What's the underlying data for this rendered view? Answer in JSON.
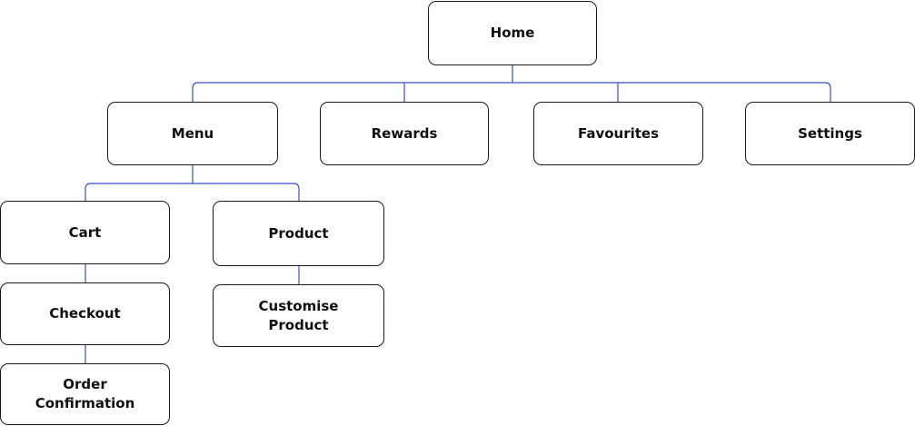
{
  "diagram": {
    "type": "sitemap-tree",
    "connector_color": "#3a4fd0",
    "nodes": {
      "home": "Home",
      "menu": "Menu",
      "rewards": "Rewards",
      "favourites": "Favourites",
      "settings": "Settings",
      "cart": "Cart",
      "product": "Product",
      "checkout": "Checkout",
      "customise_product": "Customise\nProduct",
      "order_confirmation": "Order\nConfirmation"
    },
    "edges": [
      [
        "home",
        "menu"
      ],
      [
        "home",
        "rewards"
      ],
      [
        "home",
        "favourites"
      ],
      [
        "home",
        "settings"
      ],
      [
        "menu",
        "cart"
      ],
      [
        "menu",
        "product"
      ],
      [
        "cart",
        "checkout"
      ],
      [
        "checkout",
        "order_confirmation"
      ],
      [
        "product",
        "customise_product"
      ]
    ]
  }
}
